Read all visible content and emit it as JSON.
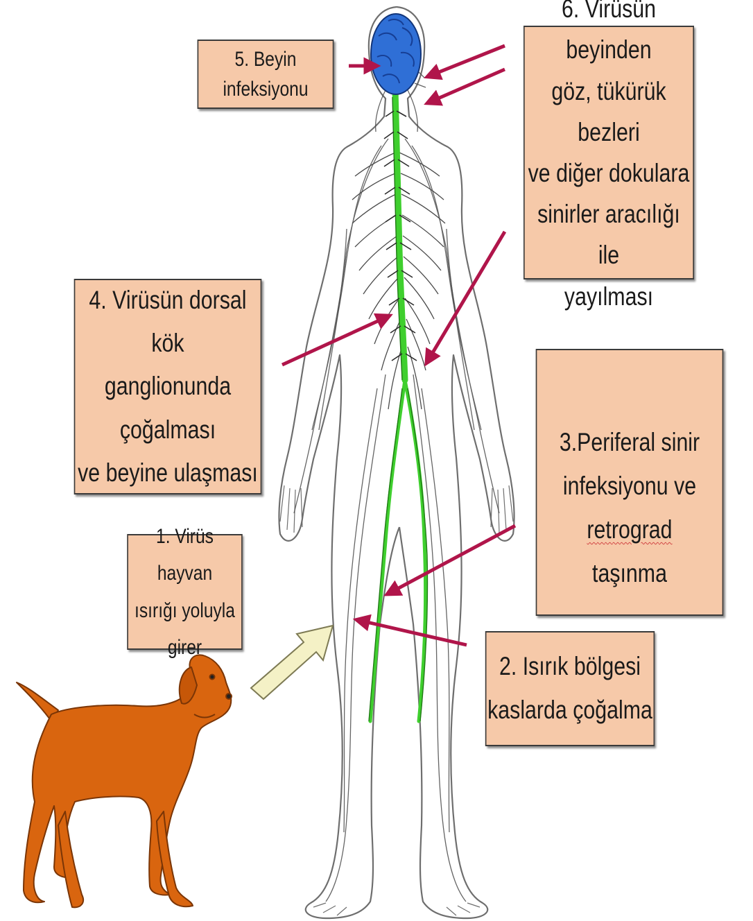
{
  "labels": {
    "step1": "1. Virüs hayvan\nısırığı yoluyla\ngirer",
    "step2": "2. Isırık bölgesi\nkaslarda çoğalma",
    "step3_prefix": "3.Periferal sinir\ninfeksiyonu ve  ",
    "step3_marked": "retrograd",
    "step3_suffix": "\ntaşınma",
    "step4": "4. Virüsün dorsal kök\nganglionunda çoğalması\nve beyine ulaşması",
    "step5": "5. Beyin\ninfeksiyonu",
    "step6": "6. Virüsün beyinden\ngöz, tükürük bezleri\nve diğer dokulara\nsinirler aracılığı ile\nyayılması"
  },
  "colors": {
    "label_box_fill": "#f6c9a9",
    "arrow": "#b0154a",
    "entry_arrow_fill": "#f4f1c6",
    "spinal_cord_green": "#3fcf2e",
    "brain_blue": "#2f6fd6",
    "dog_orange": "#d9650f",
    "nerve_outline": "#6e6e6e"
  },
  "figures": {
    "human_body": "human-nervous-system-figure",
    "animal": "dog"
  }
}
